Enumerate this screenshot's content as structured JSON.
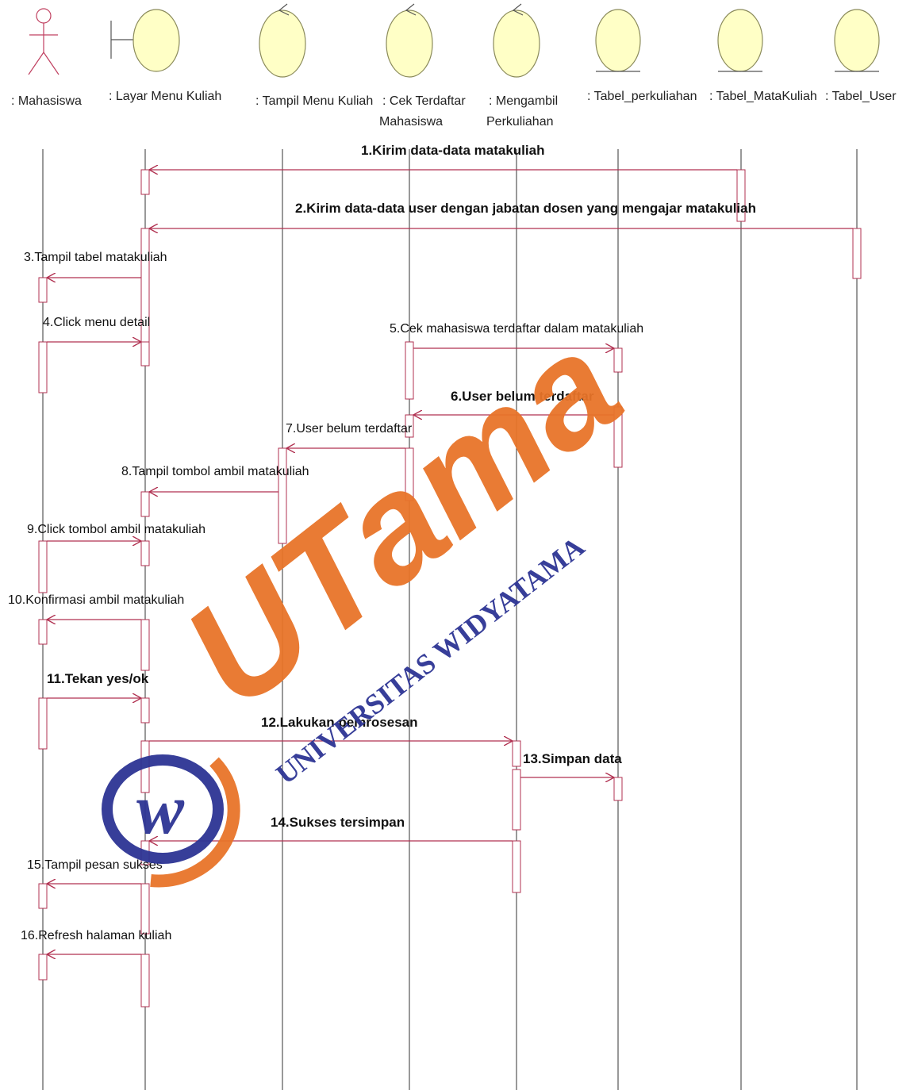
{
  "colors": {
    "lifeline": "#333333",
    "message": "#b03050",
    "actor": "#c04060",
    "object_fill": "#ffffc6",
    "object_stroke": "#8a8a5a",
    "watermark_orange": "#e8742a",
    "watermark_navy": "#2d3494"
  },
  "lifelines": [
    {
      "id": "mahasiswa",
      "type": "actor",
      "label": [
        ": Mahasiswa"
      ]
    },
    {
      "id": "layar",
      "type": "boundary",
      "label": [
        ": Layar Menu Kuliah"
      ]
    },
    {
      "id": "tampil",
      "type": "control",
      "label": [
        ": Tampil Menu Kuliah"
      ]
    },
    {
      "id": "cek",
      "type": "control",
      "label": [
        ": Cek Terdaftar",
        "Mahasiswa"
      ]
    },
    {
      "id": "ambil",
      "type": "control",
      "label": [
        ": Mengambil",
        "Perkuliahan"
      ]
    },
    {
      "id": "tperkuliahan",
      "type": "entity",
      "label": [
        ": Tabel_perkuliahan"
      ]
    },
    {
      "id": "tmatakuliah",
      "type": "entity",
      "label": [
        ": Tabel_MataKuliah"
      ]
    },
    {
      "id": "tuser",
      "type": "entity",
      "label": [
        ": Tabel_User"
      ]
    }
  ],
  "messages": [
    {
      "n": 1,
      "from": "tmatakuliah",
      "to": "layar",
      "text": "1.Kirim data-data matakuliah",
      "bold": true
    },
    {
      "n": 2,
      "from": "tuser",
      "to": "layar",
      "text": "2.Kirim data-data user dengan jabatan dosen yang mengajar matakuliah",
      "bold": true
    },
    {
      "n": 3,
      "from": "layar",
      "to": "mahasiswa",
      "text": "3.Tampil tabel matakuliah",
      "bold": false
    },
    {
      "n": 4,
      "from": "mahasiswa",
      "to": "layar",
      "text": "4.Click menu detail",
      "bold": false
    },
    {
      "n": 5,
      "from": "cek",
      "to": "tperkuliahan",
      "text": "5.Cek mahasiswa terdaftar dalam matakuliah",
      "bold": false
    },
    {
      "n": 6,
      "from": "tperkuliahan",
      "to": "cek",
      "text": "6.User belum terdaftar",
      "bold": true
    },
    {
      "n": 7,
      "from": "cek",
      "to": "tampil",
      "text": "7.User belum terdaftar",
      "bold": false
    },
    {
      "n": 8,
      "from": "tampil",
      "to": "layar",
      "text": "8.Tampil tombol ambil matakuliah",
      "bold": false
    },
    {
      "n": 9,
      "from": "mahasiswa",
      "to": "layar",
      "text": "9.Click tombol ambil matakuliah",
      "bold": false
    },
    {
      "n": 10,
      "from": "layar",
      "to": "mahasiswa",
      "text": "10.Konfirmasi ambil matakuliah",
      "bold": false
    },
    {
      "n": 11,
      "from": "mahasiswa",
      "to": "layar",
      "text": "11.Tekan yes/ok",
      "bold": true
    },
    {
      "n": 12,
      "from": "layar",
      "to": "ambil",
      "text": "12.Lakukan pemrosesan",
      "bold": true
    },
    {
      "n": 13,
      "from": "ambil",
      "to": "tperkuliahan",
      "text": "13.Simpan data",
      "bold": true
    },
    {
      "n": 14,
      "from": "ambil",
      "to": "layar",
      "text": "14.Sukses tersimpan",
      "bold": true
    },
    {
      "n": 15,
      "from": "layar",
      "to": "mahasiswa",
      "text": "15.Tampil pesan sukses",
      "bold": false
    },
    {
      "n": 16,
      "from": "layar",
      "to": "mahasiswa",
      "text": "16.Refresh halaman kuliah",
      "bold": false
    }
  ],
  "watermark": {
    "brand": "UTama",
    "text": "UNIVERSITAS WIDYATAMA"
  }
}
